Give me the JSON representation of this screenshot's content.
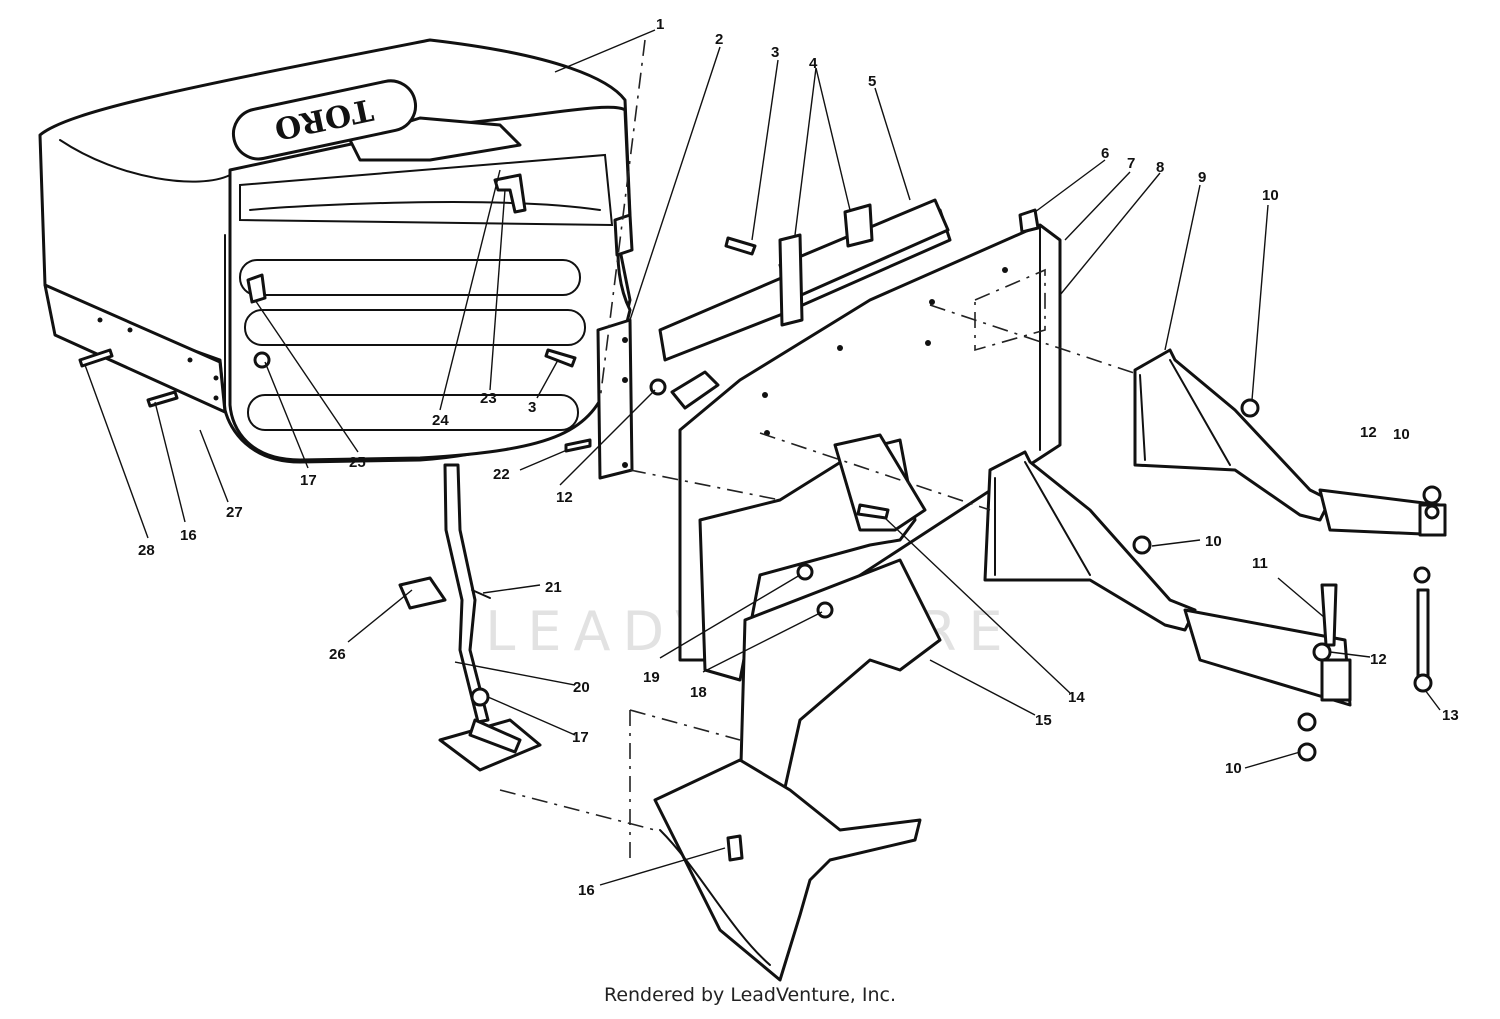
{
  "watermark": "LEADVENTURE",
  "logo_text": "TORO",
  "credit": "Rendered by LeadVenture, Inc.",
  "callouts": [
    "1",
    "2",
    "3",
    "4",
    "5",
    "6",
    "7",
    "8",
    "9",
    "10",
    "3",
    "12",
    "22",
    "23",
    "24",
    "25",
    "17",
    "27",
    "16",
    "28",
    "21",
    "26",
    "20",
    "17",
    "19",
    "18",
    "14",
    "15",
    "10",
    "12",
    "10",
    "11",
    "12",
    "13",
    "10",
    "16"
  ]
}
